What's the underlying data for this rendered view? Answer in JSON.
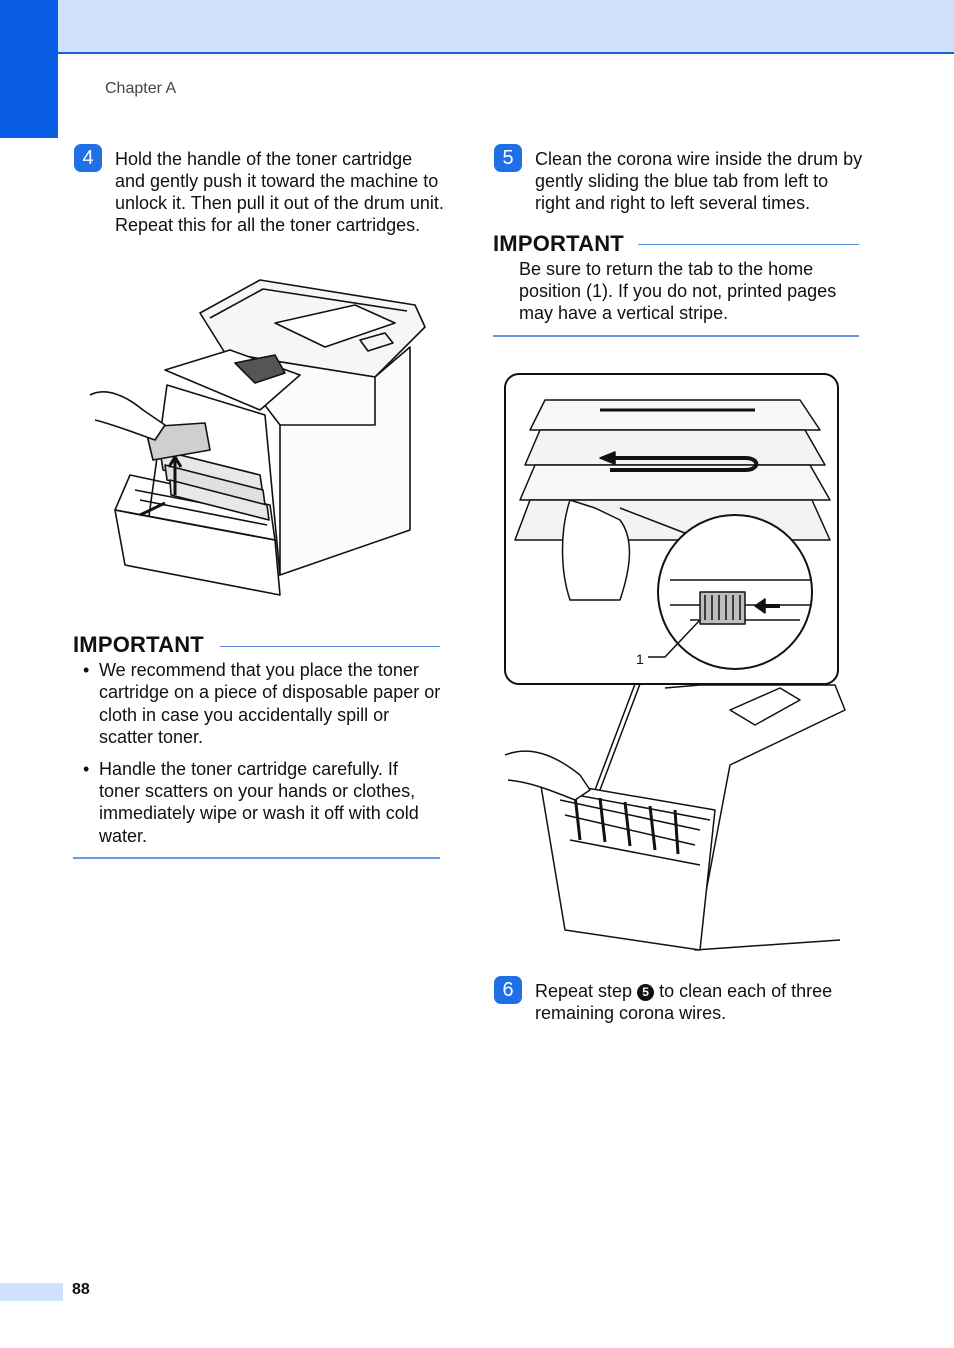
{
  "header": {
    "chapter": "Chapter A"
  },
  "left": {
    "step4": {
      "number": "4",
      "text": "Hold the handle of the toner cartridge and gently push it toward the machine to unlock it. Then pull it out of the drum unit. Repeat this for all the toner cartridges."
    },
    "important": {
      "title": "IMPORTANT",
      "bullets": [
        "We recommend that you place the toner cartridge on a piece of disposable paper or cloth in case you accidentally spill or scatter toner.",
        "Handle the toner cartridge carefully. If toner scatters on your hands or clothes, immediately wipe or wash it off with cold water."
      ]
    }
  },
  "right": {
    "step5": {
      "number": "5",
      "text": "Clean the corona wire inside the drum by gently sliding the blue tab from left to right and right to left several times."
    },
    "important": {
      "title": "IMPORTANT",
      "text": "Be sure to return the tab to the home position (1). If you do not, printed pages may have a vertical stripe."
    },
    "figure_label": "1",
    "step6": {
      "number": "6",
      "text_before": "Repeat step ",
      "ref": "5",
      "text_after": " to clean each of three remaining corona wires."
    }
  },
  "footer": {
    "page_number": "88"
  }
}
